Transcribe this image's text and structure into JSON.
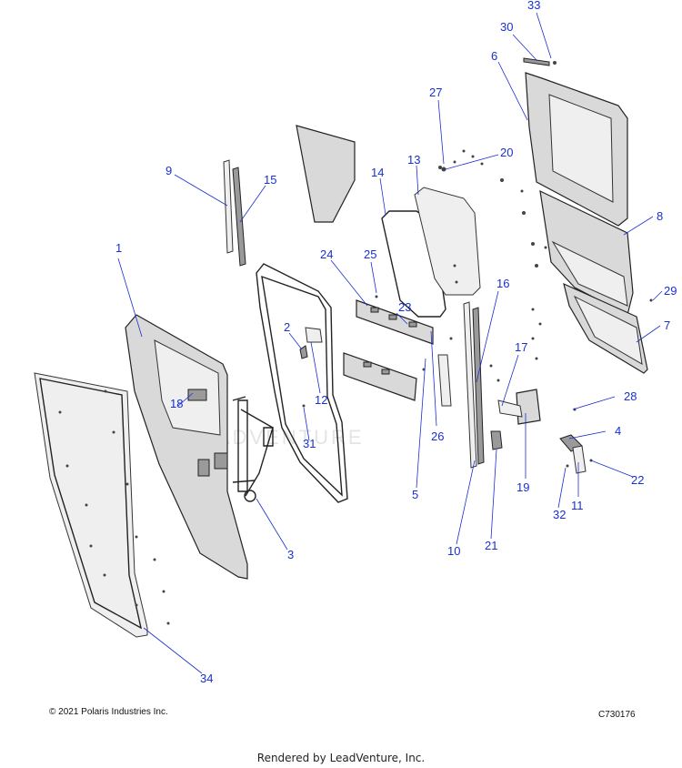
{
  "diagram": {
    "callouts": [
      "33",
      "30",
      "6",
      "27",
      "20",
      "13",
      "14",
      "9",
      "15",
      "8",
      "24",
      "25",
      "16",
      "29",
      "23",
      "2",
      "1",
      "7",
      "18",
      "12",
      "17",
      "28",
      "4",
      "26",
      "31",
      "22",
      "19",
      "5",
      "11",
      "32",
      "3",
      "10",
      "21",
      "34"
    ],
    "watermark": "LEADVENTURE"
  },
  "footer": {
    "copyright": "© 2021 Polaris Industries Inc.",
    "ref_code": "C730176",
    "rendered_by": "Rendered by LeadVenture, Inc."
  }
}
